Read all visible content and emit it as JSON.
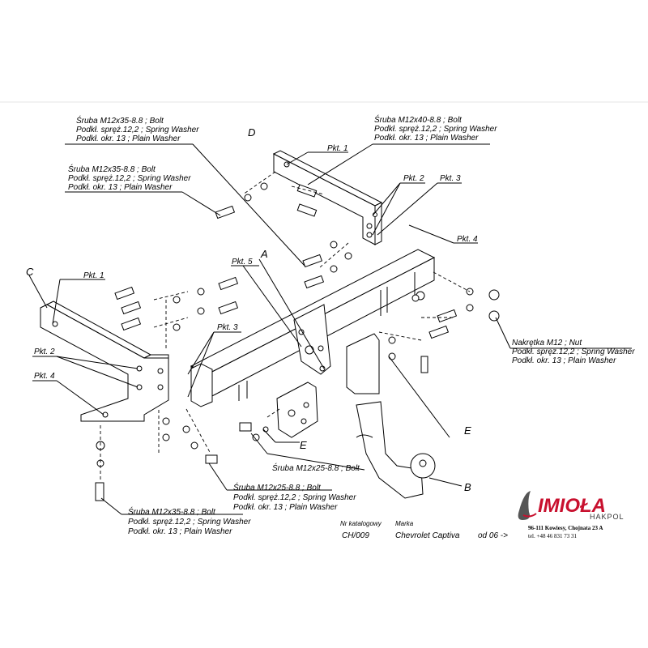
{
  "labels": {
    "bolt_d_top": [
      "Śruba M12x35-8.8 ;  Bolt",
      "Podkł. spręż.12,2 ; Spring Washer",
      "Podkł. okr. 13 ; Plain Washer"
    ],
    "bolt_d_mid": [
      "Śruba M12x35-8.8 ;  Bolt",
      "Podkł. spręż.12,2 ; Spring Washer",
      "Podkł. okr. 13 ; Plain Washer"
    ],
    "bolt_right_top": [
      "Śruba M12x40-8.8 ;  Bolt",
      "Podkł. spręż.12,2 ; Spring Washer",
      "Podkł. okr. 13 ; Plain Washer"
    ],
    "nut_right": [
      "Nakrętka  M12 ; Nut",
      "Podkł. spręż.12,2 ; Spring Washer",
      "Podkł. okr. 13 ; Plain Washer"
    ],
    "bolt_bottom_left": [
      "Śruba M12x35-8.8 ;  Bolt",
      "Podkł. spręż.12,2 ; Spring Washer",
      "Podkł. okr. 13 ; Plain Washer"
    ],
    "bolt_bottom_mid": [
      "Śruba M12x25-8.8 ;  Bolt",
      "Podkł. spręż.12,2 ; Spring Washer",
      "Podkł. okr. 13 ; Plain Washer"
    ],
    "bolt_e": "Śruba M12x25-8.8 ;  Bolt",
    "pkt1_top": "Pkt. 1",
    "pkt2_top": "Pkt. 2",
    "pkt3_top": "Pkt. 3",
    "pkt4_top": "Pkt. 4",
    "pkt5": "Pkt. 5",
    "pkt1_left": "Pkt. 1",
    "pkt2_left": "Pkt. 2",
    "pkt3_left": "Pkt. 3",
    "pkt4_left": "Pkt. 4",
    "letter_a": "A",
    "letter_b": "B",
    "letter_c": "C",
    "letter_d": "D",
    "letter_e1": "E",
    "letter_e2": "E"
  },
  "catalog": {
    "nr_label": "Nr katalogowy",
    "nr_value": "CH/009",
    "brand_label": "Marka",
    "brand_value": "Chevrolet Captiva",
    "from_value": "od 06 ->"
  },
  "logo": {
    "name": "IMIOŁA",
    "sub": "HAKPOL",
    "address": "96-111 Kowiesy, Chojnata 23 A",
    "phone": "tel. +48 46 831 73 31",
    "color": "#c8102e"
  }
}
